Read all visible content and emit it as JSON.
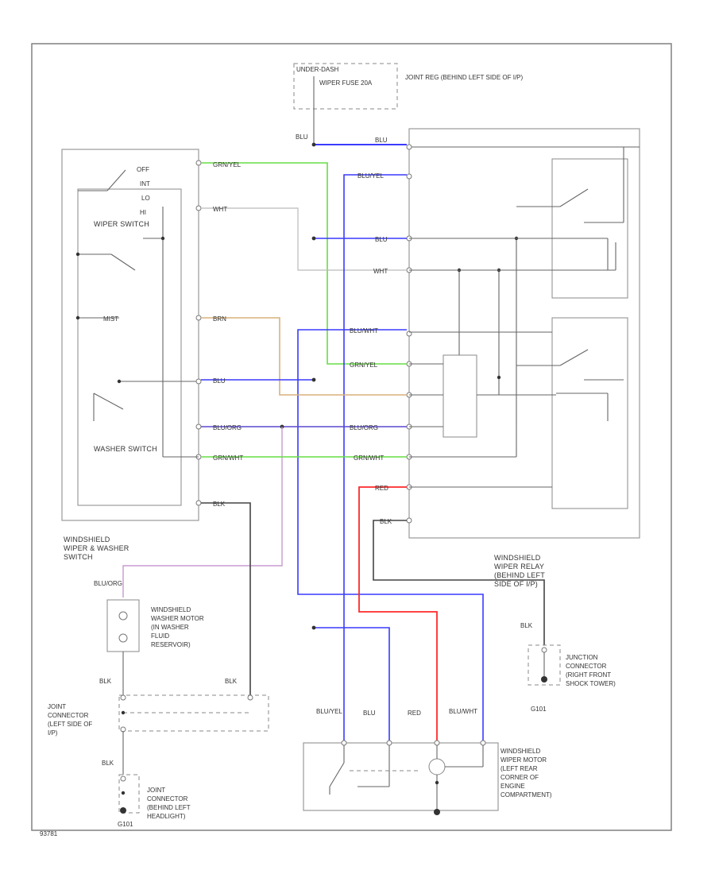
{
  "fuse_box": {
    "header": "UNDER-DASH",
    "fuse_label": "WIPER FUSE 20A",
    "joint_connector": "JOINT REG (BEHIND LEFT SIDE OF I/P)",
    "tag": "BLU"
  },
  "wiper_switch": {
    "title": "WIPER SWITCH",
    "positions": [
      "OFF",
      "INT",
      "LO",
      "HI"
    ],
    "mist_label": "MIST"
  },
  "washer_switch": {
    "title": "WASHER SWITCH"
  },
  "switch_assembly": {
    "title": "WINDSHIELD WIPER & WASHER SWITCH"
  },
  "relay": {
    "title": "WINDSHIELD WIPER RELAY (BEHIND LEFT SIDE OF I/P)"
  },
  "wire_colors": {
    "top_blu": "BLU",
    "grn_yel": "GRN/YEL",
    "wht": "WHT",
    "blu_yel": "BLU/YEL",
    "blu": "BLU",
    "wht2": "WHT",
    "blu_wht": "BLU/WHT",
    "grn_yel2": "GRN/YEL",
    "brn": "BRN",
    "blu2": "BLU",
    "blu_org": "BLU/ORG",
    "blu_org2": "BLU/ORG",
    "grn_wht": "GRN/WHT",
    "grn_wht2": "GRN/WHT",
    "red": "RED",
    "blk": "BLK",
    "blk2": "BLK"
  },
  "washer_motor": {
    "tag": "BLU/ORG",
    "title": "WINDSHIELD WASHER MOTOR (IN WASHER FLUID RESERVOIR)"
  },
  "ground_tags": {
    "blk_a": "BLK",
    "blk_b": "BLK",
    "blk_c": "BLK",
    "blk_d": "BLK"
  },
  "joint_connector_left": {
    "title": "JOINT CONNECTOR (LEFT SIDE OF I/P)"
  },
  "joint_connector_headlight": {
    "title": "JOINT CONNECTOR (BEHIND LEFT HEADLIGHT)",
    "ground": "G101"
  },
  "junction_connector": {
    "title": "JUNCTION CONNECTOR (RIGHT FRONT SHOCK TOWER)",
    "ground": "G101"
  },
  "wiper_motor": {
    "title": "WINDSHIELD WIPER MOTOR (LEFT REAR CORNER OF ENGINE COMPARTMENT)",
    "pins": [
      "BLU/YEL",
      "BLU",
      "RED",
      "BLU/WHT"
    ]
  },
  "footer": {
    "code": "93781"
  },
  "colors": {
    "blue": "#3a3aff",
    "green": "#66dd44",
    "red": "#ff2a2a",
    "tan": "#d9b07a",
    "pink": "#c89ad0",
    "black": "#333333",
    "gray": "#888888"
  }
}
